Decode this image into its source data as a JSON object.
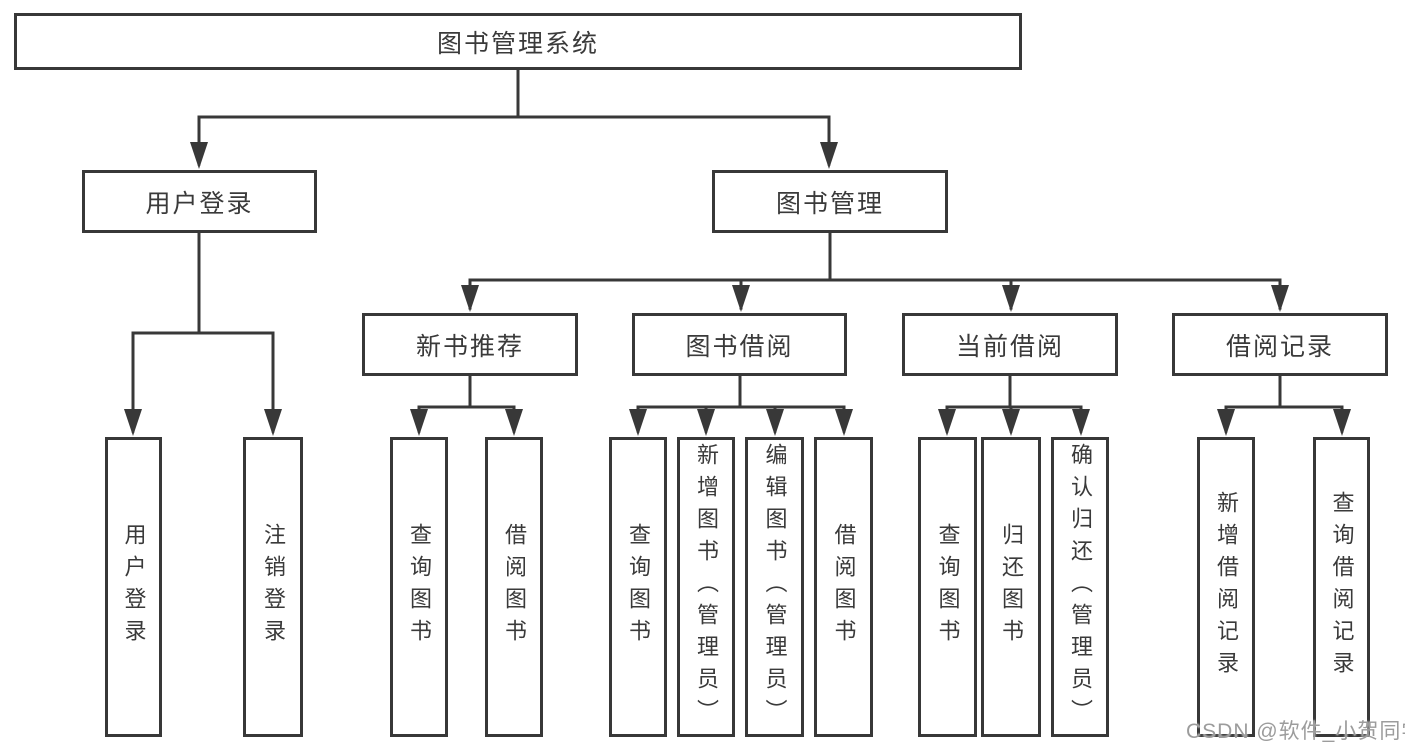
{
  "diagram": {
    "root": {
      "id": "library-management-system",
      "label": "图书管理系统"
    },
    "level2": [
      {
        "id": "user-login",
        "label": "用户登录",
        "parent": "library-management-system"
      },
      {
        "id": "book-management",
        "label": "图书管理",
        "parent": "library-management-system"
      }
    ],
    "level3": [
      {
        "id": "new-book-recommend",
        "label": "新书推荐",
        "parent": "book-management"
      },
      {
        "id": "book-borrowing",
        "label": "图书借阅",
        "parent": "book-management"
      },
      {
        "id": "current-borrowing",
        "label": "当前借阅",
        "parent": "book-management"
      },
      {
        "id": "borrowing-records",
        "label": "借阅记录",
        "parent": "book-management"
      }
    ],
    "leaves": [
      {
        "id": "leaf-user-login",
        "label": "用户登录",
        "parent": "user-login"
      },
      {
        "id": "leaf-logout",
        "label": "注销登录",
        "parent": "user-login"
      },
      {
        "id": "leaf-query-books-recommend",
        "label": "查询图书",
        "parent": "new-book-recommend"
      },
      {
        "id": "leaf-borrow-books-recommend",
        "label": "借阅图书",
        "parent": "new-book-recommend"
      },
      {
        "id": "leaf-query-books-borrowing",
        "label": "查询图书",
        "parent": "book-borrowing"
      },
      {
        "id": "leaf-add-books-admin",
        "label": "新增图书（管理员）",
        "parent": "book-borrowing"
      },
      {
        "id": "leaf-edit-books-admin",
        "label": "编辑图书（管理员）",
        "parent": "book-borrowing"
      },
      {
        "id": "leaf-borrow-books-borrowing",
        "label": "借阅图书",
        "parent": "book-borrowing"
      },
      {
        "id": "leaf-query-books-current",
        "label": "查询图书",
        "parent": "current-borrowing"
      },
      {
        "id": "leaf-return-books",
        "label": "归还图书",
        "parent": "current-borrowing"
      },
      {
        "id": "leaf-confirm-return-admin",
        "label": "确认归还（管理员）",
        "parent": "current-borrowing"
      },
      {
        "id": "leaf-add-borrow-record",
        "label": "新增借阅记录",
        "parent": "borrowing-records"
      },
      {
        "id": "leaf-query-borrow-record",
        "label": "查询借阅记录",
        "parent": "borrowing-records"
      }
    ],
    "line_color": "#383838",
    "text_color": "#3a3a3a",
    "watermark": "CSDN @软件_小贺同学"
  }
}
